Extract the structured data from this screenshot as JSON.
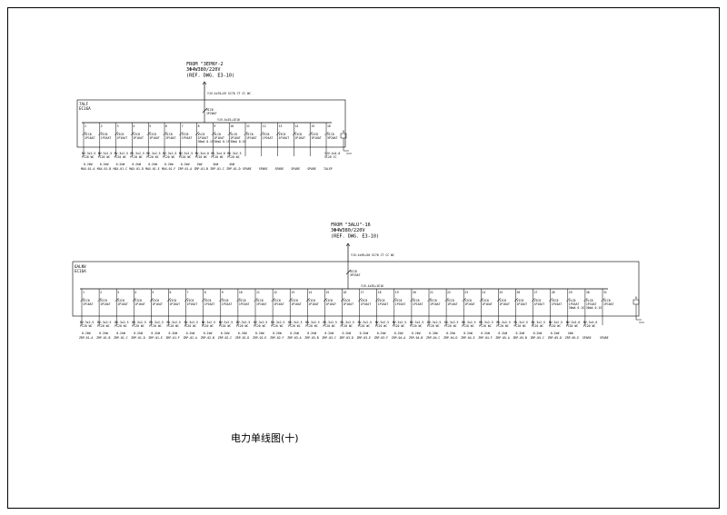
{
  "caption": "电力单线图(十)",
  "panels": [
    {
      "id": "top",
      "feeder": {
        "lines": [
          "FROM \"3EPNY-2",
          "3Φ4W380/220V",
          "(REF. DWG. E3-10)"
        ],
        "cable": "YJV-4x70+35 SC70 CT CC WC"
      },
      "board": {
        "name": "7ALF",
        "rating": "EC16A"
      },
      "main_breaker": [
        "VIC8",
        "1P20AT"
      ],
      "bus_note": "YJV-4x25+1E16",
      "incomer_tag": "0",
      "circuits": [
        {
          "no": "1",
          "breaker": [
            "VIC8",
            "1P16AT"
          ],
          "spec": [
            "BV-3x2.5",
            "PC20 WC"
          ],
          "kw": "0.2kW",
          "load": "MAX-01-A"
        },
        {
          "no": "2",
          "breaker": [
            "VIC8",
            "1P16AT"
          ],
          "spec": [
            "BV-3x2.5",
            "PC20 WC"
          ],
          "kw": "0.2kW",
          "load": "MAX-01-B"
        },
        {
          "no": "3",
          "breaker": [
            "VIC8",
            "1P16AT"
          ],
          "spec": [
            "BV-3x2.5",
            "PC20 WC"
          ],
          "kw": "0.2kW",
          "load": "MAX-01-C"
        },
        {
          "no": "4",
          "breaker": [
            "VIC8",
            "1P16AT"
          ],
          "spec": [
            "BV-3x2.5",
            "PC20 WC"
          ],
          "kw": "0.2kW",
          "load": "MAX-01-D"
        },
        {
          "no": "5",
          "breaker": [
            "VIC8",
            "1P16AT"
          ],
          "spec": [
            "BV-3x2.5",
            "PC20 WC"
          ],
          "kw": "0.2kW",
          "load": "MAX-01-E"
        },
        {
          "no": "6",
          "breaker": [
            "VIC8",
            "1P16AT"
          ],
          "spec": [
            "BV-3x2.5",
            "PC20 WC"
          ],
          "kw": "0.2kW",
          "load": "MAX-01-F"
        },
        {
          "no": "7",
          "breaker": [
            "VIC8",
            "1P16AT"
          ],
          "spec": [
            "BV-3x2.5",
            "PC20 WC"
          ],
          "kw": "0.2kW",
          "load": "ZRP-01-A"
        },
        {
          "no": "8",
          "breaker": [
            "VLC8",
            "1P16AT",
            "30mA 0.1S"
          ],
          "spec": [
            "BV-3x4.0",
            "PC20 WC"
          ],
          "kw": "2kW",
          "load": "ZRP-01-B"
        },
        {
          "no": "9",
          "breaker": [
            "VLC8",
            "1P16AT",
            "30mA 0.1S"
          ],
          "spec": [
            "BV-3x4.0",
            "PC20 WC"
          ],
          "kw": "4kW",
          "load": "ZRP-01-C"
        },
        {
          "no": "10",
          "breaker": [
            "VLC8",
            "1P16AT",
            "30mA 0.1S"
          ],
          "spec": [
            "BV-3x2.5",
            "PC20 WC"
          ],
          "kw": "4kW",
          "load": "ZRP-01-D"
        },
        {
          "no": "11",
          "breaker": [
            "VIC8",
            "1P16AT"
          ],
          "spec": [],
          "kw": "",
          "load": "SPARE"
        },
        {
          "no": "12",
          "breaker": [
            "VIC8",
            "1P16AT"
          ],
          "spec": [],
          "kw": "",
          "load": "SPARE"
        },
        {
          "no": "13",
          "breaker": [
            "VIC8",
            "1P16AT"
          ],
          "spec": [],
          "kw": "",
          "load": "SPARE"
        },
        {
          "no": "14",
          "breaker": [
            "VIC8",
            "1P16AT"
          ],
          "spec": [],
          "kw": "",
          "load": "SPARE"
        },
        {
          "no": "15",
          "breaker": [
            "VIC8",
            "1P16AT"
          ],
          "spec": [],
          "kw": "",
          "load": "SPARE"
        },
        {
          "no": "16",
          "breaker": [
            "VIC8",
            "3P20AT"
          ],
          "spec": [
            "YJV-4x4.0",
            "SC20 CC"
          ],
          "kw": "",
          "load": "7ALSP"
        }
      ]
    },
    {
      "id": "bottom",
      "feeder": {
        "lines": [
          "FROM \"3ALU\"-16",
          "3Φ4W380/220V",
          "(REF. DWG. E3-10)"
        ],
        "cable": "YJV-4x95+50 SC70 CT CC WC"
      },
      "board": {
        "name": "6ALNV",
        "rating": "EC16A"
      },
      "main_breaker": [
        "VIC8",
        "3P25AT"
      ],
      "bus_note": "YJV-4x35+1E16",
      "incomer_tag": "0",
      "circuits": [
        {
          "no": "1",
          "breaker": [
            "VIC8",
            "1P16AT"
          ],
          "spec": [
            "BV-3x2.5",
            "PC20 WC"
          ],
          "kw": "0.2kW",
          "load": "ZRP-01-A"
        },
        {
          "no": "2",
          "breaker": [
            "VIC8",
            "1P16AT"
          ],
          "spec": [
            "BV-3x2.5",
            "PC20 WC"
          ],
          "kw": "0.2kW",
          "load": "ZRP-01-B"
        },
        {
          "no": "3",
          "breaker": [
            "VIC8",
            "1P16AT"
          ],
          "spec": [
            "BV-3x2.5",
            "PC20 WC"
          ],
          "kw": "0.2kW",
          "load": "ZRP-01-C"
        },
        {
          "no": "4",
          "breaker": [
            "VIC8",
            "1P16AT"
          ],
          "spec": [
            "BV-3x2.5",
            "PC20 WC"
          ],
          "kw": "0.2kW",
          "load": "ZRP-01-D"
        },
        {
          "no": "5",
          "breaker": [
            "VIC8",
            "1P16AT"
          ],
          "spec": [
            "BV-3x2.5",
            "PC20 WC"
          ],
          "kw": "0.2kW",
          "load": "ZRP-01-E"
        },
        {
          "no": "6",
          "breaker": [
            "VIC8",
            "1P16AT"
          ],
          "spec": [
            "BV-3x2.5",
            "PC20 WC"
          ],
          "kw": "0.2kW",
          "load": "ZRP-01-F"
        },
        {
          "no": "7",
          "breaker": [
            "VIC8",
            "1P16AT"
          ],
          "spec": [
            "BV-3x2.5",
            "PC20 WC"
          ],
          "kw": "0.2kW",
          "load": "ZRP-02-A"
        },
        {
          "no": "8",
          "breaker": [
            "VIC8",
            "1P16AT"
          ],
          "spec": [
            "BV-3x2.5",
            "PC20 WC"
          ],
          "kw": "0.2kW",
          "load": "ZRP-02-B"
        },
        {
          "no": "9",
          "breaker": [
            "VIC8",
            "1P16AT"
          ],
          "spec": [
            "BV-3x2.5",
            "PC20 WC"
          ],
          "kw": "0.2kW",
          "load": "ZRP-02-C"
        },
        {
          "no": "10",
          "breaker": [
            "VIC8",
            "1P16AT"
          ],
          "spec": [
            "BV-3x2.5",
            "PC20 WC"
          ],
          "kw": "0.2kW",
          "load": "ZRP-02-D"
        },
        {
          "no": "11",
          "breaker": [
            "VIC8",
            "1P16AT"
          ],
          "spec": [
            "BV-3x2.5",
            "PC20 WC"
          ],
          "kw": "0.2kW",
          "load": "ZRP-02-E"
        },
        {
          "no": "12",
          "breaker": [
            "VIC8",
            "1P16AT"
          ],
          "spec": [
            "BV-3x2.5",
            "PC20 WC"
          ],
          "kw": "0.2kW",
          "load": "ZRP-02-F"
        },
        {
          "no": "13",
          "breaker": [
            "VIC8",
            "1P16AT"
          ],
          "spec": [
            "BV-3x2.5",
            "PC20 WC"
          ],
          "kw": "0.2kW",
          "load": "ZRP-03-A"
        },
        {
          "no": "14",
          "breaker": [
            "VIC8",
            "1P16AT"
          ],
          "spec": [
            "BV-3x2.5",
            "PC20 WC"
          ],
          "kw": "0.2kW",
          "load": "ZRP-03-B"
        },
        {
          "no": "15",
          "breaker": [
            "VIC8",
            "1P16AT"
          ],
          "spec": [
            "BV-3x2.5",
            "PC20 WC"
          ],
          "kw": "0.2kW",
          "load": "ZRP-03-C"
        },
        {
          "no": "16",
          "breaker": [
            "VIC8",
            "1P16AT"
          ],
          "spec": [
            "BV-3x2.5",
            "PC20 WC"
          ],
          "kw": "0.2kW",
          "load": "ZRP-03-D"
        },
        {
          "no": "17",
          "breaker": [
            "VIC8",
            "1P16AT"
          ],
          "spec": [
            "BV-3x2.5",
            "PC20 WC"
          ],
          "kw": "0.2kW",
          "load": "ZRP-03-E"
        },
        {
          "no": "18",
          "breaker": [
            "VIC8",
            "1P16AT"
          ],
          "spec": [
            "BV-3x2.5",
            "PC20 WC"
          ],
          "kw": "0.2kW",
          "load": "ZRP-03-F"
        },
        {
          "no": "19",
          "breaker": [
            "VIC8",
            "1P16AT"
          ],
          "spec": [
            "BV-3x2.5",
            "PC20 WC"
          ],
          "kw": "0.2kW",
          "load": "ZRP-04-A"
        },
        {
          "no": "20",
          "breaker": [
            "VIC8",
            "1P16AT"
          ],
          "spec": [
            "BV-3x2.5",
            "PC20 WC"
          ],
          "kw": "0.2kW",
          "load": "ZRP-04-B"
        },
        {
          "no": "21",
          "breaker": [
            "VIC8",
            "1P16AT"
          ],
          "spec": [
            "BV-3x2.5",
            "PC20 WC"
          ],
          "kw": "0.2kW",
          "load": "ZRP-04-C"
        },
        {
          "no": "22",
          "breaker": [
            "VIC8",
            "1P16AT"
          ],
          "spec": [
            "BV-3x2.5",
            "PC20 WC"
          ],
          "kw": "0.2kW",
          "load": "ZRP-04-D"
        },
        {
          "no": "23",
          "breaker": [
            "VIC8",
            "1P16AT"
          ],
          "spec": [
            "BV-3x2.5",
            "PC20 WC"
          ],
          "kw": "0.2kW",
          "load": "ZRP-04-E"
        },
        {
          "no": "24",
          "breaker": [
            "VIC8",
            "1P16AT"
          ],
          "spec": [
            "BV-3x2.5",
            "PC20 WC"
          ],
          "kw": "0.2kW",
          "load": "ZRP-04-F"
        },
        {
          "no": "25",
          "breaker": [
            "VIC8",
            "1P16AT"
          ],
          "spec": [
            "BV-3x2.5",
            "PC20 WC"
          ],
          "kw": "0.2kW",
          "load": "ZRP-05-A"
        },
        {
          "no": "26",
          "breaker": [
            "VIC8",
            "1P16AT"
          ],
          "spec": [
            "BV-3x2.5",
            "PC20 WC"
          ],
          "kw": "0.2kW",
          "load": "ZRP-05-B"
        },
        {
          "no": "27",
          "breaker": [
            "VIC8",
            "1P16AT"
          ],
          "spec": [
            "BV-3x2.5",
            "PC20 WC"
          ],
          "kw": "0.2kW",
          "load": "ZRP-05-C"
        },
        {
          "no": "28",
          "breaker": [
            "VIC8",
            "1P16AT"
          ],
          "spec": [
            "BV-3x2.5",
            "PC20 WC"
          ],
          "kw": "0.2kW",
          "load": "ZRP-05-D"
        },
        {
          "no": "29",
          "breaker": [
            "VLC8",
            "1P16AT",
            "30mA 0.1S"
          ],
          "spec": [
            "BV-3x4.0",
            "PC20 WC"
          ],
          "kw": "4kW",
          "load": "ZRP-05-E"
        },
        {
          "no": "30",
          "breaker": [
            "VLC8",
            "1P16AT",
            "30mA 0.1S"
          ],
          "spec": [
            "BV-3x4.0",
            "PC20 WC"
          ],
          "kw": "",
          "load": "SPARE"
        },
        {
          "no": "31",
          "breaker": [
            "VIC8",
            "1P16AT"
          ],
          "spec": [],
          "kw": "",
          "load": "SPARE"
        }
      ]
    }
  ]
}
